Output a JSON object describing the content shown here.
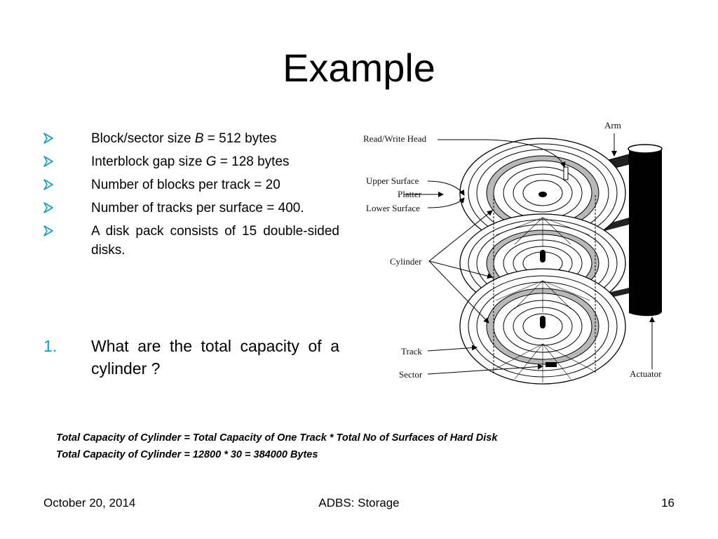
{
  "slide": {
    "title": "Example",
    "bullets": [
      {
        "pre": "Block/sector size ",
        "var": "B",
        "post": " = 512 bytes"
      },
      {
        "pre": "Interblock gap size ",
        "var": "G",
        "post": " = 128 bytes"
      },
      {
        "pre": "Number of blocks per track = 20",
        "var": "",
        "post": ""
      },
      {
        "pre": "Number of tracks per surface = 400.",
        "var": "",
        "post": ""
      },
      {
        "pre": "A disk pack consists of 15 double-sided disks.",
        "var": "",
        "post": ""
      }
    ],
    "question": {
      "number": "1.",
      "text": "What are the total capacity of a cylinder ?"
    },
    "answer": {
      "line1": "Total Capacity of Cylinder = Total Capacity of One Track * Total No of Surfaces of Hard Disk",
      "line2": "Total Capacity of Cylinder = 12800 * 30 = 384000 Bytes"
    },
    "footer": {
      "date": "October 20, 2014",
      "center": "ADBS: Storage",
      "page": "16"
    },
    "accent_color": "#0b9dc4"
  },
  "diagram": {
    "labels": {
      "arm": "Arm",
      "head": "Read/Write Head",
      "upper": "Upper Surface",
      "platter": "Platter",
      "lower": "Lower Surface",
      "cylinder": "Cylinder",
      "track": "Track",
      "sector": "Sector",
      "actuator": "Actuator"
    }
  }
}
